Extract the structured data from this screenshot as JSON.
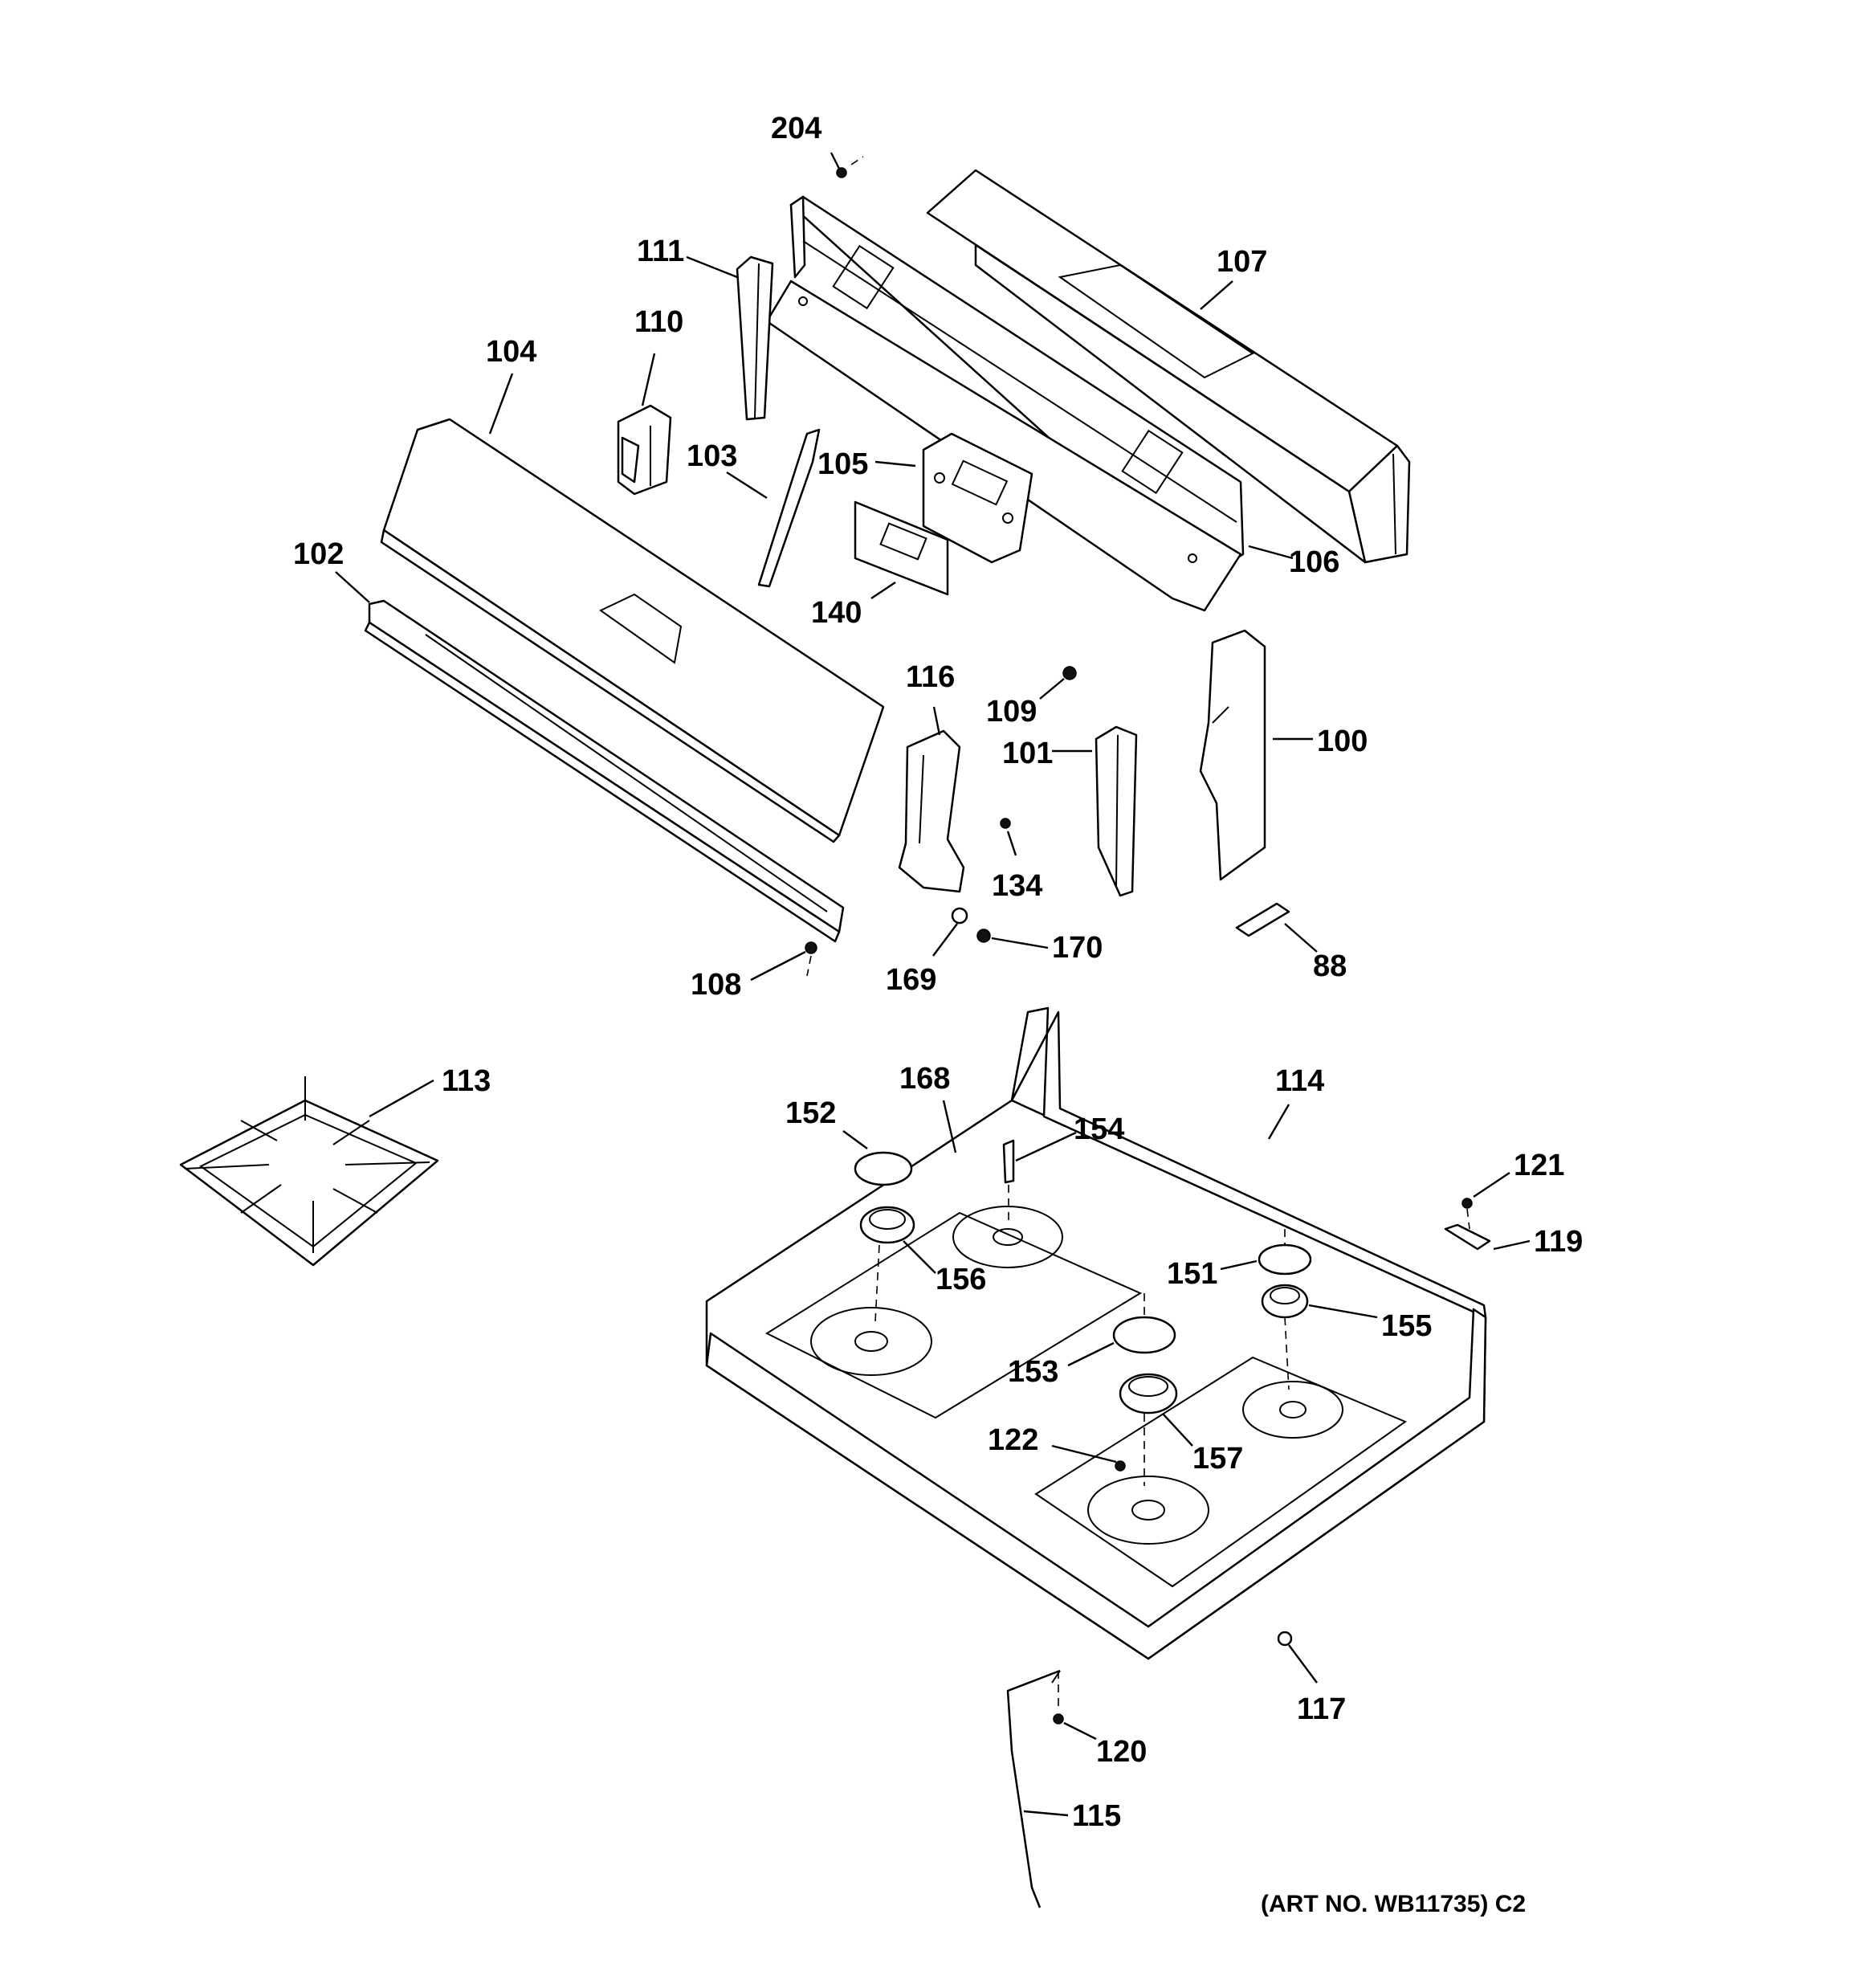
{
  "diagram": {
    "art_number": "(ART NO. WB11735) C2",
    "callouts": [
      {
        "id": "204",
        "label": "204"
      },
      {
        "id": "111",
        "label": "111"
      },
      {
        "id": "107",
        "label": "107"
      },
      {
        "id": "110",
        "label": "110"
      },
      {
        "id": "104",
        "label": "104"
      },
      {
        "id": "103",
        "label": "103"
      },
      {
        "id": "105",
        "label": "105"
      },
      {
        "id": "102",
        "label": "102"
      },
      {
        "id": "106",
        "label": "106"
      },
      {
        "id": "140",
        "label": "140"
      },
      {
        "id": "116",
        "label": "116"
      },
      {
        "id": "109",
        "label": "109"
      },
      {
        "id": "101",
        "label": "101"
      },
      {
        "id": "100",
        "label": "100"
      },
      {
        "id": "134",
        "label": "134"
      },
      {
        "id": "170",
        "label": "170"
      },
      {
        "id": "169",
        "label": "169"
      },
      {
        "id": "88",
        "label": "88"
      },
      {
        "id": "108",
        "label": "108"
      },
      {
        "id": "113",
        "label": "113"
      },
      {
        "id": "168",
        "label": "168"
      },
      {
        "id": "114",
        "label": "114"
      },
      {
        "id": "152",
        "label": "152"
      },
      {
        "id": "154",
        "label": "154"
      },
      {
        "id": "121",
        "label": "121"
      },
      {
        "id": "119",
        "label": "119"
      },
      {
        "id": "156",
        "label": "156"
      },
      {
        "id": "151",
        "label": "151"
      },
      {
        "id": "155",
        "label": "155"
      },
      {
        "id": "153",
        "label": "153"
      },
      {
        "id": "122",
        "label": "122"
      },
      {
        "id": "157",
        "label": "157"
      },
      {
        "id": "117",
        "label": "117"
      },
      {
        "id": "120",
        "label": "120"
      },
      {
        "id": "115",
        "label": "115"
      }
    ]
  }
}
